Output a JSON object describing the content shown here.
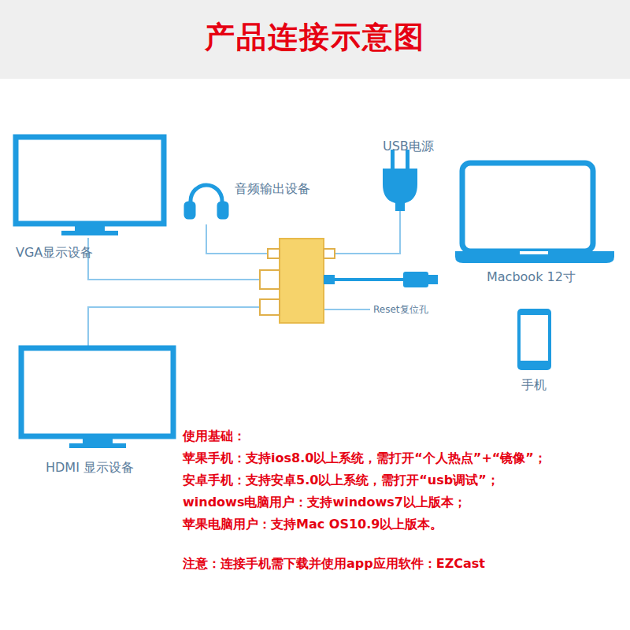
{
  "diagram": {
    "title": "产品连接示意图",
    "labels": [
      "音频输出设备",
      "USB电源",
      "VGA显示设备",
      "Macbook 12寸",
      "Reset复位孔",
      "手机",
      "HDMI 显示设备",
      "使用基础：",
      "苹果手机：支持ios8.0以上系统，需打开“个人热点”+“镜像”；",
      "安卓手机：支持安卓5.0以上系统，需打开“usb调试”；",
      "windows电脑用户：支持windows7以上版本；",
      "苹果电脑用户：支持Mac OS10.9以上版本。",
      "注意：连接手机需下载并使用app应用软件：EZCast"
    ]
  }
}
